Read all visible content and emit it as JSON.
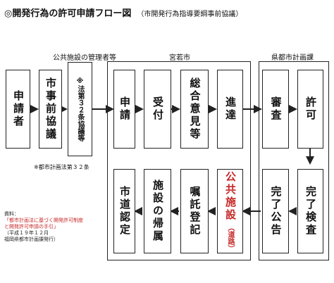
{
  "title": "◎開発行為の許可申請フロー図",
  "subtitle": "（市開発行為指導要綱事前協議）",
  "groups": {
    "public_manager": "公共施設の管理者等",
    "miyawaka": "宮若市",
    "prefecture": "県都市計画課"
  },
  "steps": {
    "apply_left": "申請者",
    "pre_consult": "市事前協議",
    "article32": "※法第３２条協議等",
    "apply_city": "申請",
    "receipt": "受付",
    "opinion": "総合意見等",
    "forward": "進達",
    "review": "審査",
    "permit": "許可",
    "completion_inspection": "完了検査",
    "completion_notice": "完了公告",
    "public_facility_main": "公共施設",
    "public_facility_sub": "（道路）",
    "commission_registration": "嘱託登記",
    "facility_ownership": "施設の帰属",
    "city_road_designation": "市道認定"
  },
  "footnote": "※都市計画法第３２条",
  "source": {
    "label": "資料：",
    "line1": "「都市計画法に基づく開発許可制度",
    "line2": "と開発許可申請の手引」",
    "line3": "（平成１９年１２月",
    "line4": "福岡県都市計画課発行）"
  },
  "colors": {
    "accent_red": "#c62828",
    "line": "#222222"
  }
}
